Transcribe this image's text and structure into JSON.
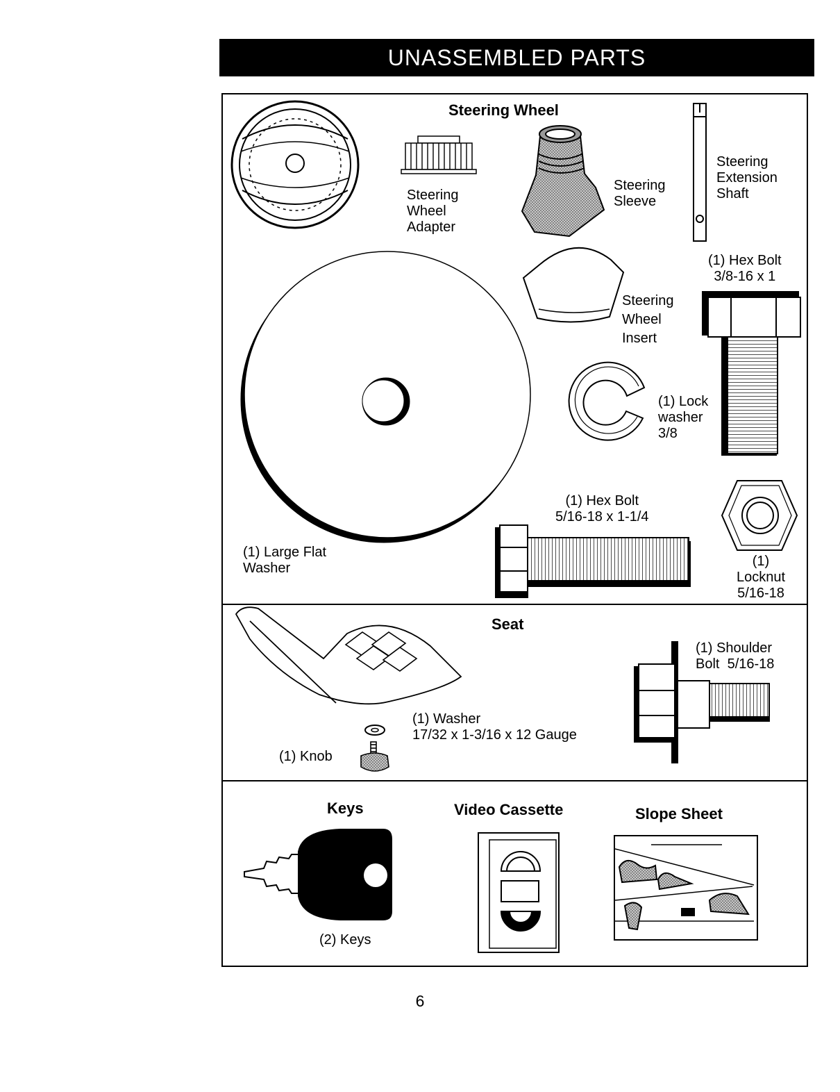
{
  "page": {
    "banner_title": "UNASSEMBLED PARTS",
    "page_number": "6"
  },
  "section_hardware": {
    "heading": "Steering Wheel",
    "steering_wheel_adapter": [
      "Steering",
      "Wheel",
      "Adapter"
    ],
    "steering_sleeve": [
      "Steering",
      "Sleeve"
    ],
    "steering_extension_shaft": [
      "Steering",
      "Extension",
      "Shaft"
    ],
    "hex_bolt_large": [
      "(1) Hex Bolt",
      "3/8-16 x 1"
    ],
    "steering_wheel_insert": [
      "Steering",
      "Wheel",
      "Insert"
    ],
    "lock_washer": [
      "(1) Lock",
      "washer",
      "3/8"
    ],
    "hex_bolt_small": [
      "(1) Hex Bolt",
      "5/16-18 x 1-1/4"
    ],
    "locknut": [
      "(1)",
      "Locknut",
      "5/16-18"
    ],
    "large_flat_washer": [
      "(1) Large Flat",
      "Washer"
    ]
  },
  "section_seat": {
    "heading": "Seat",
    "shoulder_bolt": [
      "(1) Shoulder",
      "Bolt  5/16-18"
    ],
    "washer": [
      "(1) Washer",
      "17/32 x 1-3/16 x 12 Gauge"
    ],
    "knob": "(1) Knob"
  },
  "section_misc": {
    "keys_heading": "Keys",
    "keys_label": "(2) Keys",
    "video_heading": "Video Cassette",
    "slope_heading": "Slope Sheet"
  }
}
